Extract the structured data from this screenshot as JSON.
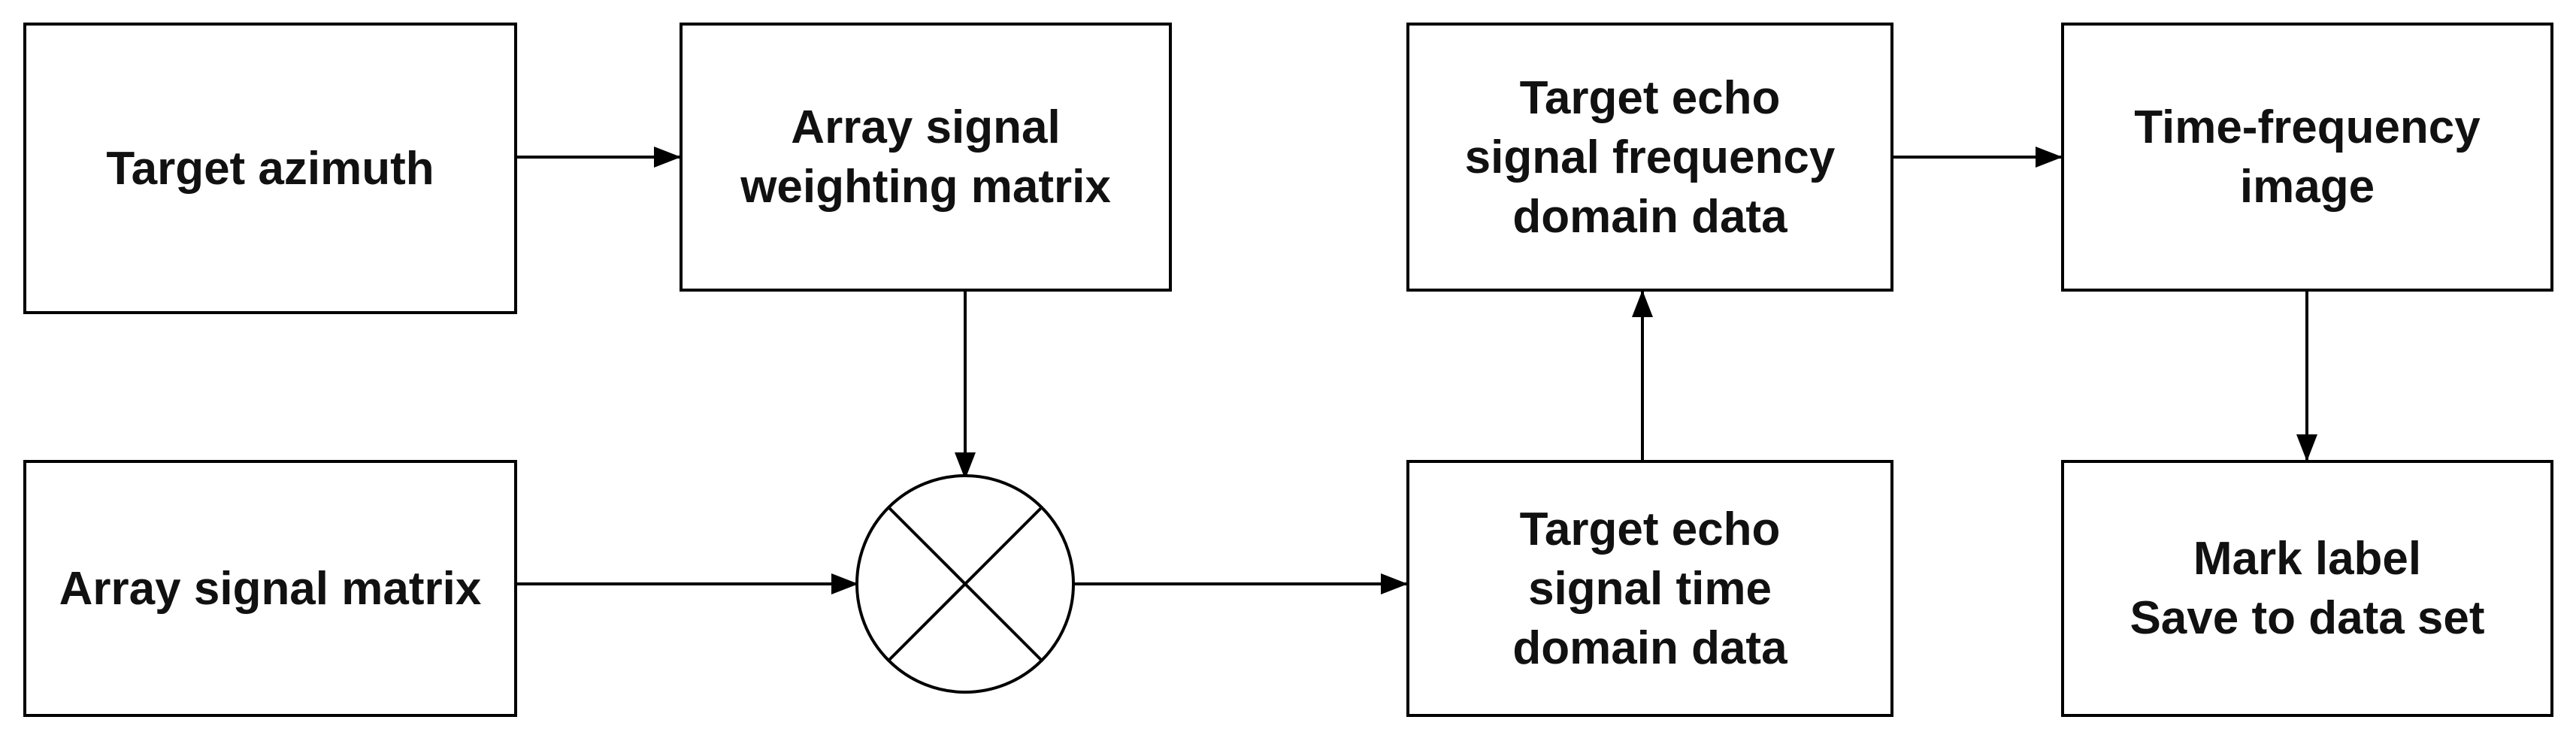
{
  "nodes": {
    "target_azimuth": {
      "lines": [
        "Target azimuth"
      ]
    },
    "weighting_matrix": {
      "lines": [
        "Array signal",
        "weighting matrix"
      ]
    },
    "freq_domain": {
      "lines": [
        "Target echo",
        "signal frequency",
        "domain data"
      ]
    },
    "time_frequency": {
      "lines": [
        "Time-frequency",
        "image"
      ]
    },
    "array_signal": {
      "lines": [
        "Array signal matrix"
      ]
    },
    "time_domain": {
      "lines": [
        "Target echo",
        "signal time",
        "domain data"
      ]
    },
    "mark_label": {
      "lines": [
        "Mark label",
        "Save to data set"
      ]
    },
    "multiplier": {
      "symbol": "multiplication-circle"
    }
  },
  "edges": [
    {
      "from": "target_azimuth",
      "to": "weighting_matrix"
    },
    {
      "from": "weighting_matrix",
      "to": "multiplier"
    },
    {
      "from": "array_signal",
      "to": "multiplier"
    },
    {
      "from": "multiplier",
      "to": "time_domain"
    },
    {
      "from": "time_domain",
      "to": "freq_domain"
    },
    {
      "from": "freq_domain",
      "to": "time_frequency"
    },
    {
      "from": "time_frequency",
      "to": "mark_label"
    }
  ],
  "colors": {
    "line": "#000000",
    "text": "#111111",
    "background": "#ffffff"
  }
}
